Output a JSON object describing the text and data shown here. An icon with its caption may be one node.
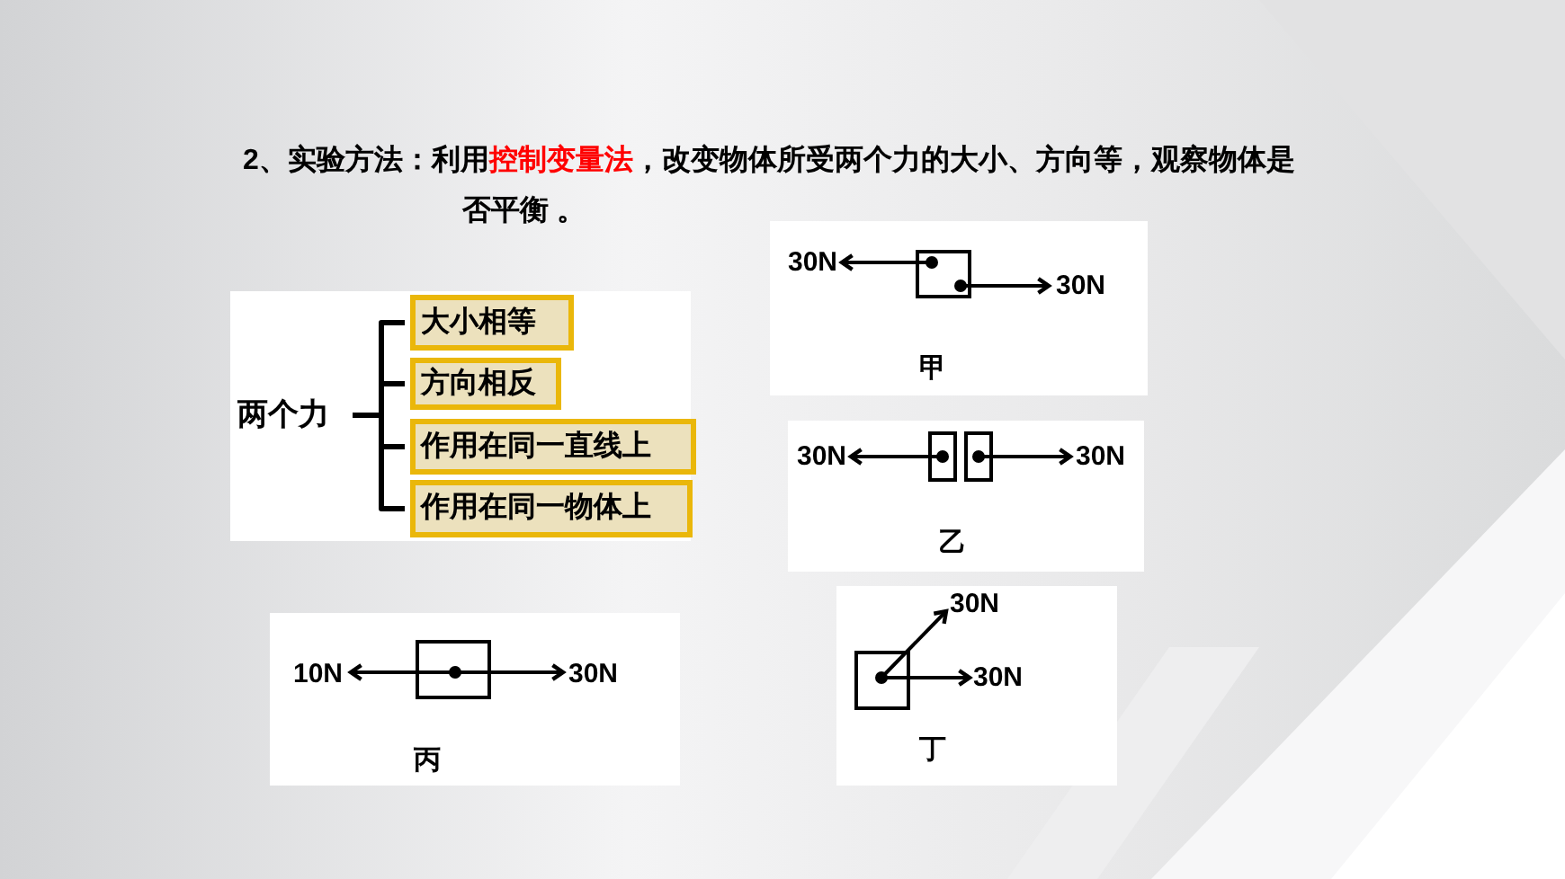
{
  "diagram": {
    "title": "2、实验方法：利用**控制变量法**，改变物体所受两个力的大小、方向等，观察物体是否平衡 。",
    "nodes": [
      {
        "text": [
          "两个力"
        ]
      },
      {
        "text": [
          "大小相等"
        ]
      },
      {
        "text": [
          "方向相反"
        ]
      },
      {
        "text": [
          "作用在同一直线上"
        ]
      },
      {
        "text": [
          "作用在同一物体上"
        ]
      },
      {
        "text": [
          "30N",
          "30N",
          "甲"
        ]
      },
      {
        "text": [
          "30N",
          "30N",
          "乙"
        ]
      },
      {
        "text": [
          "10N",
          "30N",
          "丙"
        ]
      },
      {
        "text": [
          "30N",
          "30N",
          "丁"
        ]
      }
    ],
    "edges": [
      {
        "from": 0,
        "to": 1,
        "arrow": "none"
      },
      {
        "from": 0,
        "to": 2,
        "arrow": "none"
      },
      {
        "from": 0,
        "to": 3,
        "arrow": "none"
      },
      {
        "from": 0,
        "to": 4,
        "arrow": "none"
      }
    ]
  }
}
